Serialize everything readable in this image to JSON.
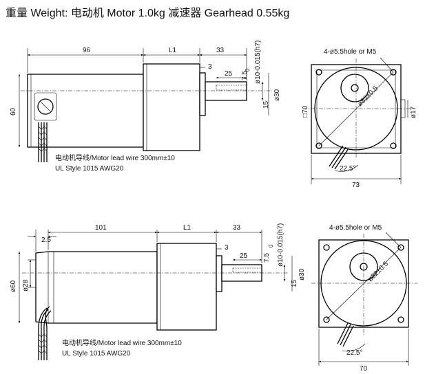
{
  "title": "重量 Weight: 电动机 Motor 1.0kg  减速器 Gearhead 0.55kg",
  "top": {
    "dim_motor_len": "96",
    "dim_l1": "L1",
    "dim_33": "33",
    "dim_3": "3",
    "dim_25": "25",
    "dim_7_5": "7.5",
    "dim_shaft": "ø10-0.015(h7)",
    "dim_shaft_zero": "0",
    "dim_15": "15",
    "dim_phi30": "ø30",
    "dim_60": "60",
    "wire_label": "电动机导线/Motor lead wire 300mm±10",
    "wire_style": "UL Style 1015 AWG20",
    "hole_label": "4-ø5.5hole or M5",
    "dim_square": "□70",
    "dim_pcd": "ø82±0.5",
    "dim_phi17": "ø17",
    "dim_angle": "22.5°",
    "dim_73": "73"
  },
  "bottom": {
    "dim_2_5": "2.5",
    "dim_motor_len": "101",
    "dim_l1": "L1",
    "dim_33": "33",
    "dim_3": "3",
    "dim_25": "25",
    "dim_7_5": "7.5",
    "dim_shaft": "ø10-0.015(h7)",
    "dim_shaft_zero": "0",
    "dim_phi30": "ø30",
    "dim_15": "15",
    "dim_phi60": "ø60",
    "dim_phi28": "ø28",
    "wire_label": "电动机导线/Motor lead wire 300mm±10",
    "wire_style": "UL Style 1015 AWG20",
    "hole_label": "4-ø5.5hole or M5",
    "dim_pcd": "ø82±0.5",
    "dim_angle": "22.5°",
    "dim_70": "70"
  }
}
